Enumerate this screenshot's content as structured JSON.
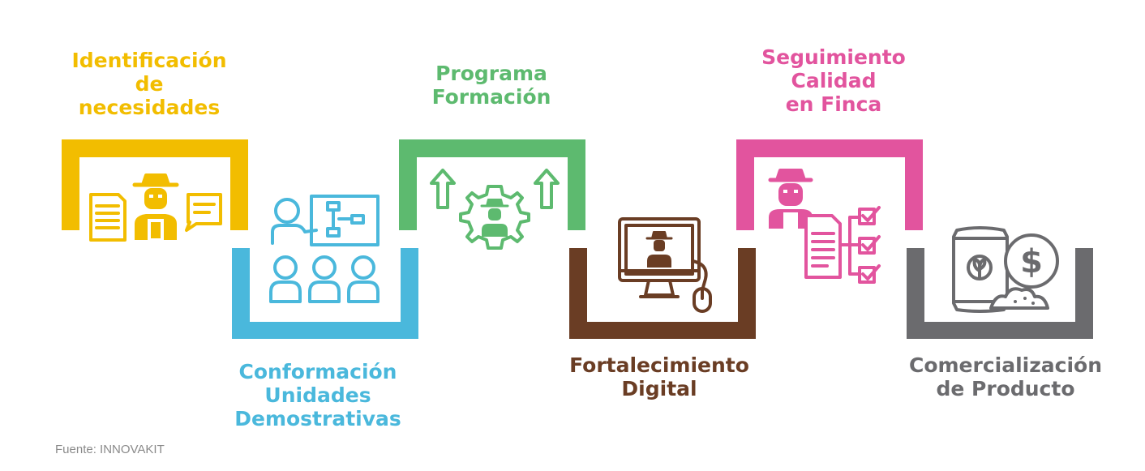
{
  "steps": [
    {
      "lines": [
        "Identificación",
        "de",
        "necesidades"
      ],
      "color": "#f2bd00",
      "icon": "farmer-documents-icon"
    },
    {
      "lines": [
        "Conformación",
        "Unidades",
        "Demostrativas"
      ],
      "color": "#4ab8dc",
      "icon": "training-group-icon"
    },
    {
      "lines": [
        "Programa",
        "Formación"
      ],
      "color": "#5dba6f",
      "icon": "farmer-gear-growth-icon"
    },
    {
      "lines": [
        "Fortalecimiento",
        "Digital"
      ],
      "color": "#6a3d24",
      "icon": "farmer-computer-icon"
    },
    {
      "lines": [
        "Seguimiento",
        "Calidad",
        "en Finca"
      ],
      "color": "#e2549e",
      "icon": "farmer-checklist-icon"
    },
    {
      "lines": [
        "Comercialización",
        "de Producto"
      ],
      "color": "#6b6b6e",
      "icon": "product-sale-icon"
    }
  ],
  "source": "Fuente: INNOVAKIT"
}
